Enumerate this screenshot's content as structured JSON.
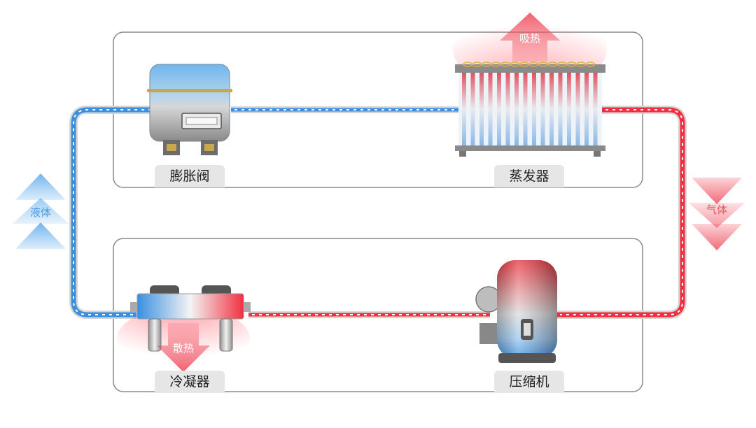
{
  "labels": {
    "expansion_valve": "膨胀阀",
    "evaporator": "蒸发器",
    "condenser": "冷凝器",
    "compressor": "压缩机"
  },
  "flow": {
    "absorb_heat": "吸热",
    "release_heat": "散热",
    "liquid": "液体",
    "gas": "气体"
  },
  "colors": {
    "cold": "#3a8fe0",
    "hot": "#f03040",
    "frame": "#8a8a8a",
    "label_bg": "#e6e6e6"
  }
}
